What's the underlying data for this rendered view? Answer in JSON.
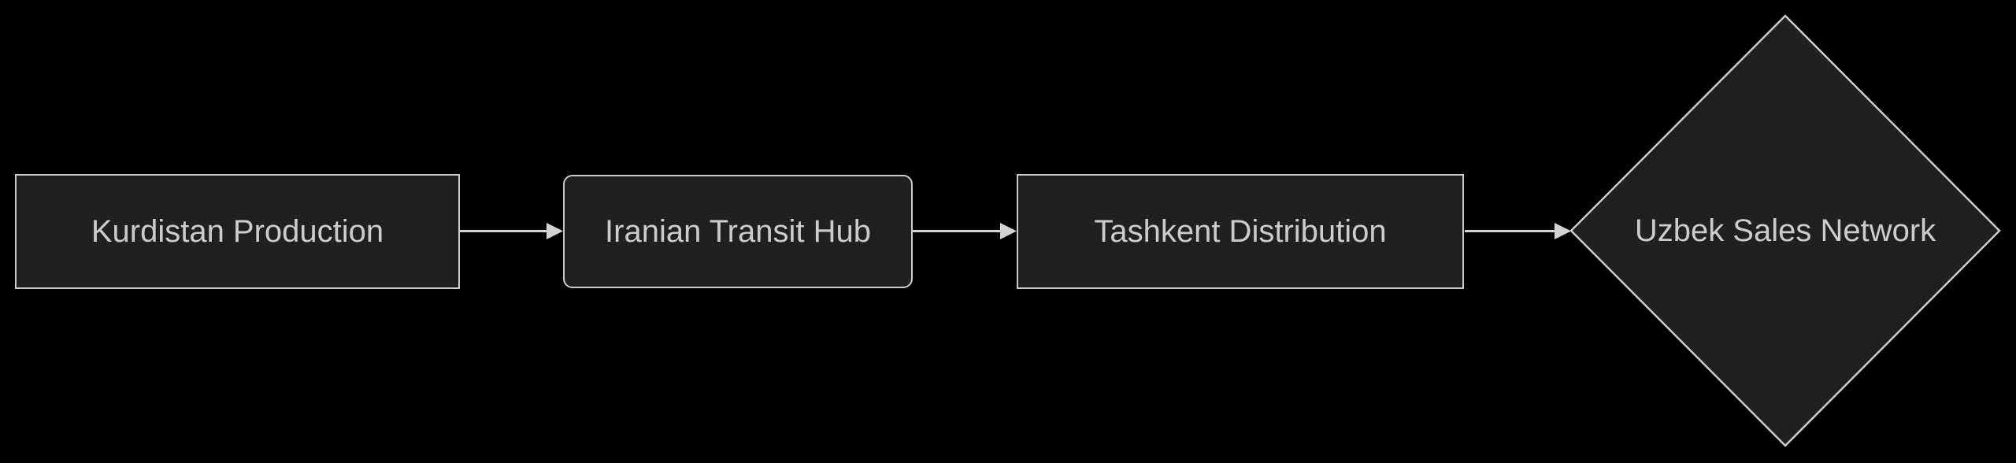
{
  "diagram": {
    "type": "flowchart",
    "direction": "left-to-right",
    "colors": {
      "background": "#000000",
      "node-fill": "#1f2020",
      "node-border": "#cccccc",
      "text-color": "#cccccc",
      "line-color": "#d3d3d3"
    },
    "nodes": [
      {
        "label": "Kurdistan Production",
        "shape": "rectangle"
      },
      {
        "label": "Iranian Transit Hub",
        "shape": "rounded-rectangle"
      },
      {
        "label": "Tashkent Distribution",
        "shape": "rectangle"
      },
      {
        "label": "Uzbek Sales Network",
        "shape": "diamond"
      }
    ],
    "edges": [
      {
        "from": "Kurdistan Production",
        "to": "Iranian Transit Hub",
        "style": "arrow"
      },
      {
        "from": "Iranian Transit Hub",
        "to": "Tashkent Distribution",
        "style": "arrow"
      },
      {
        "from": "Tashkent Distribution",
        "to": "Uzbek Sales Network",
        "style": "arrow"
      }
    ]
  }
}
